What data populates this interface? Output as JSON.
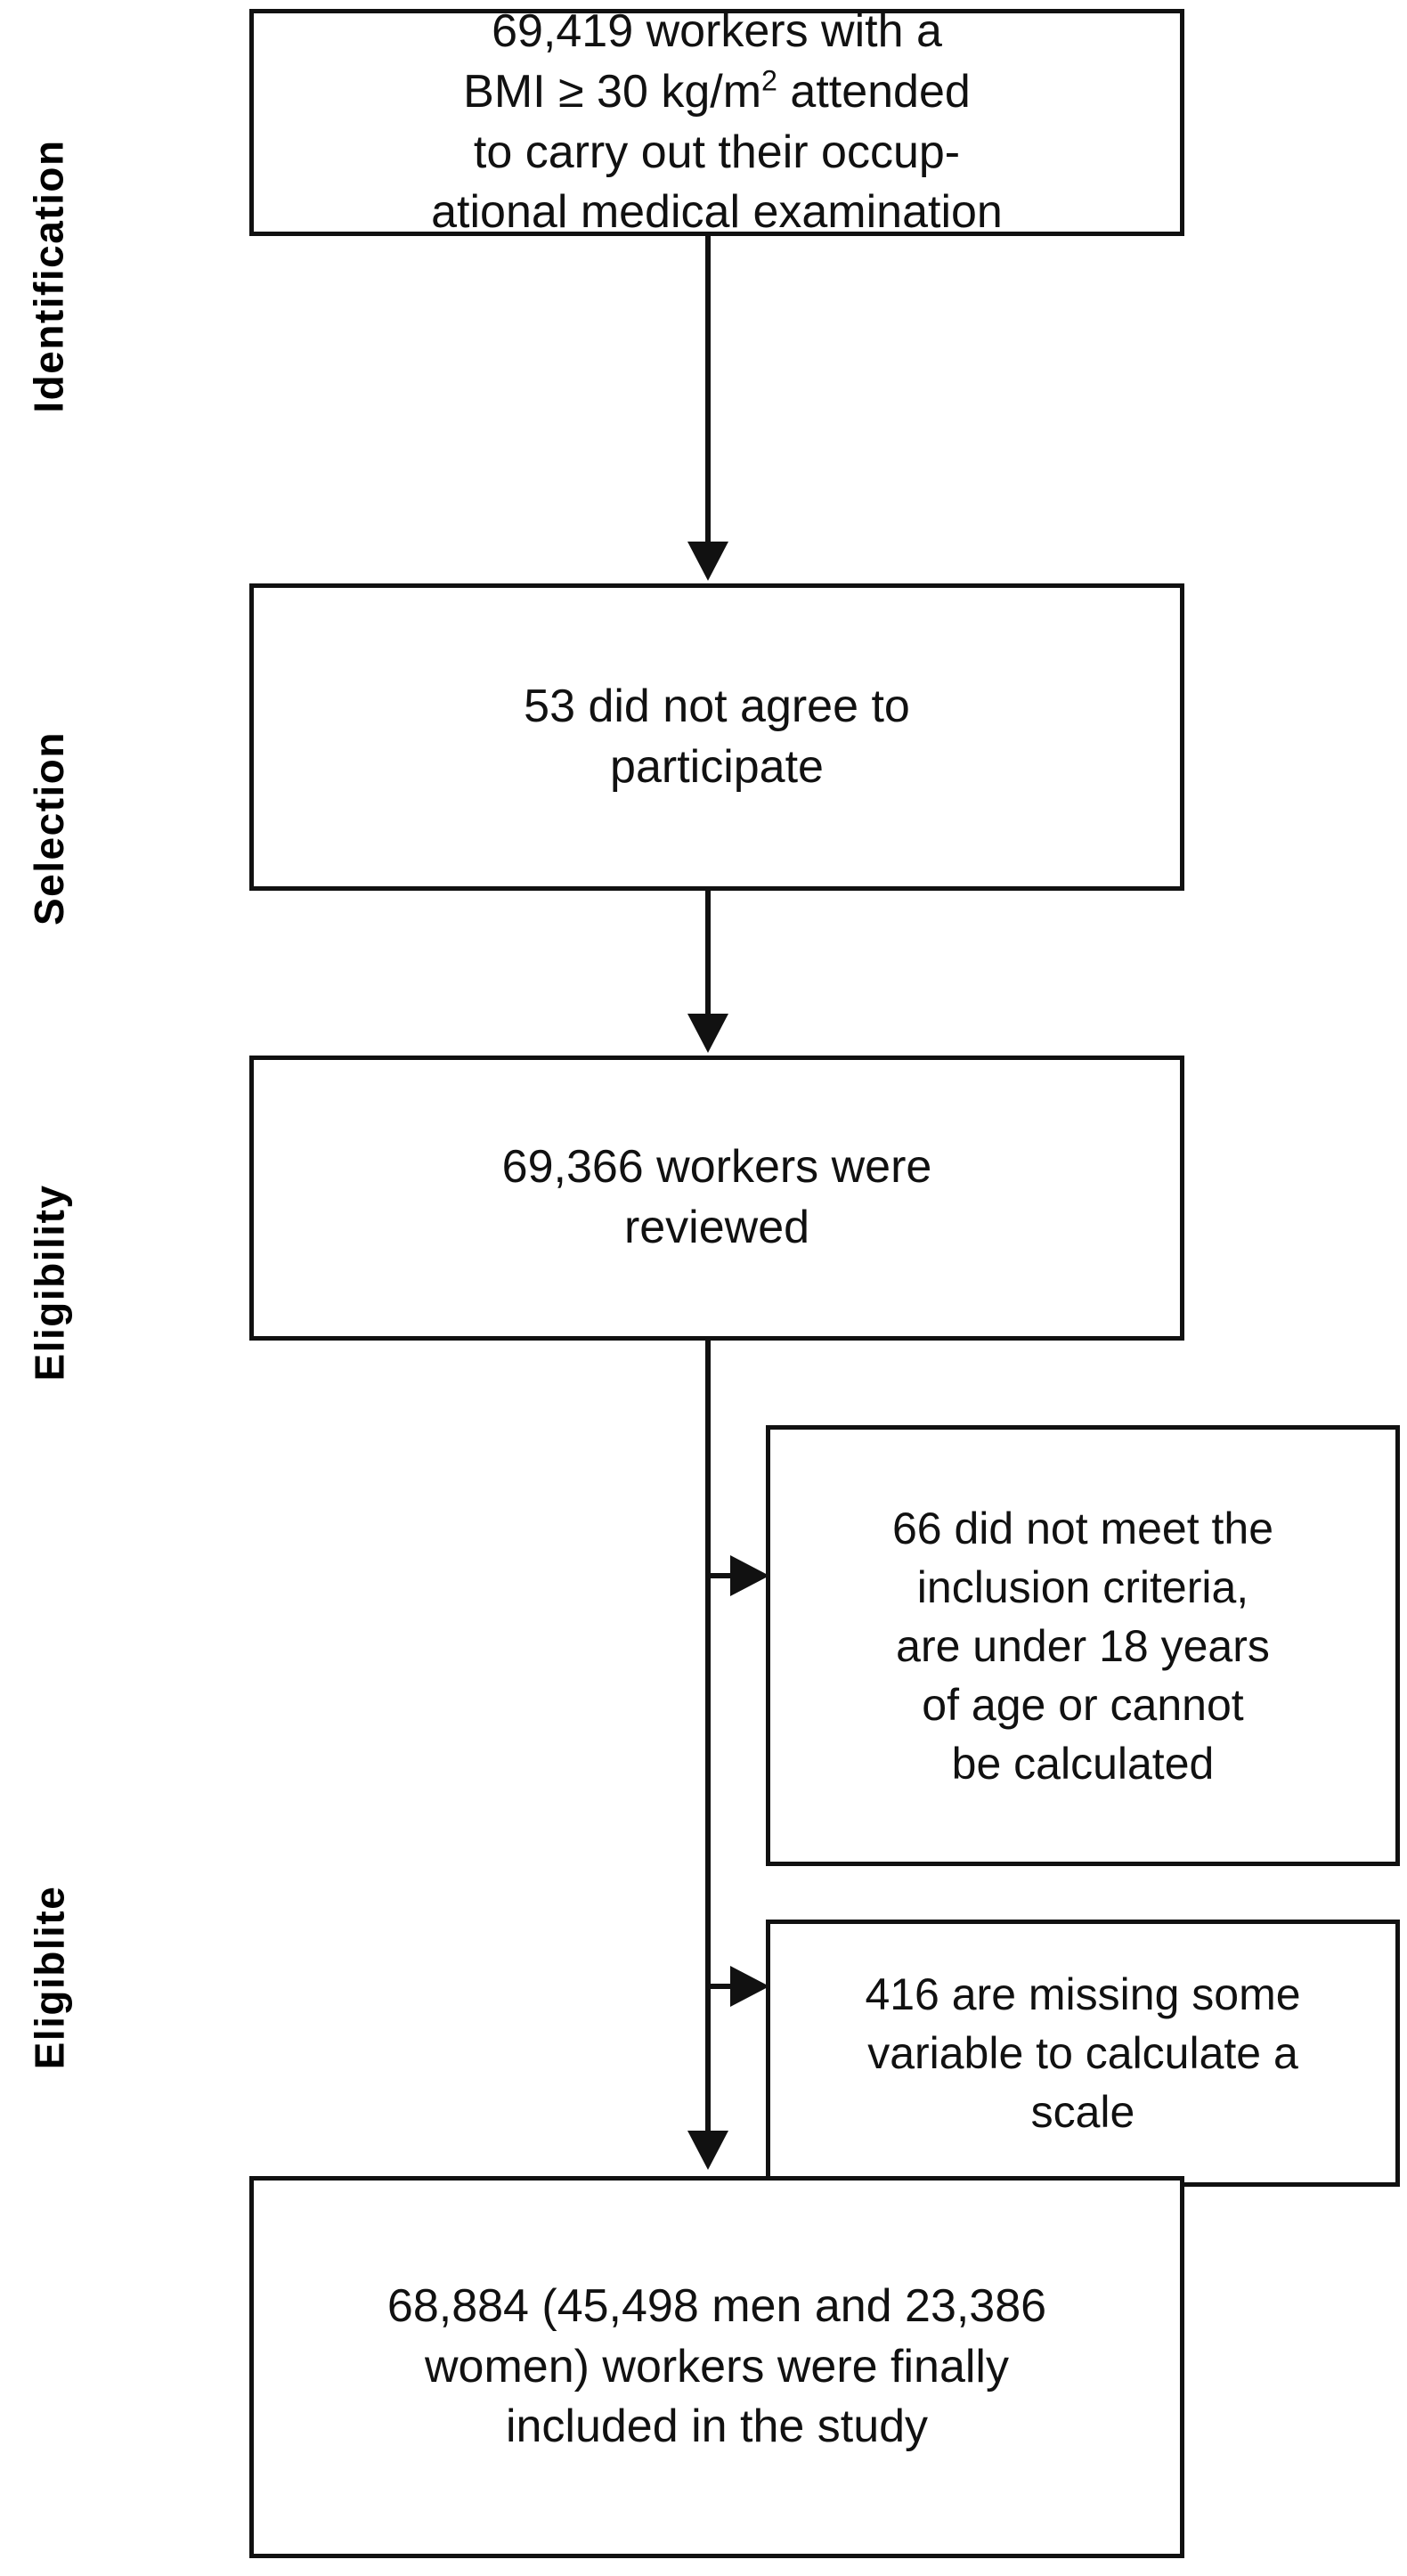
{
  "diagram": {
    "title": "Participant selection flow diagram",
    "type": "flowchart",
    "orientation": "vertical",
    "colors": {
      "stroke": "#111111",
      "background": "#ffffff",
      "text": "#111111"
    }
  },
  "stages": [
    {
      "id": "identification",
      "label": "Identification"
    },
    {
      "id": "selection",
      "label": "Selection"
    },
    {
      "id": "eligibility",
      "label": "Eligibility"
    },
    {
      "id": "eligiblite",
      "label": "Eligiblite"
    }
  ],
  "nodes": {
    "identified": {
      "id": "identified",
      "stage": "identification",
      "lines": [
        "69,419 workers with a",
        "BMI ≥ 30 kg/m² attended",
        "to carry out their occup-",
        "ational medical examination"
      ],
      "text": "69,419 workers with a BMI ≥ 30 kg/m² attended to carry out their occupational medical examination",
      "count": 69419
    },
    "declined": {
      "id": "declined",
      "stage": "selection",
      "lines": [
        "53 did not agree to",
        "participate"
      ],
      "text": "53 did not agree to participate",
      "count": 53
    },
    "reviewed": {
      "id": "reviewed",
      "stage": "eligibility",
      "lines": [
        "69,366 workers were",
        "reviewed"
      ],
      "text": "69,366 workers were reviewed",
      "count": 69366
    },
    "excluded_criteria": {
      "id": "excluded_criteria",
      "stage": "eligibility",
      "lines": [
        "66 did not meet the",
        "inclusion criteria,",
        "are under 18 years",
        "of age or cannot",
        "be calculated"
      ],
      "text": "66 did not meet the inclusion criteria, are under 18 years of age or cannot be calculated",
      "count": 66
    },
    "excluded_missing": {
      "id": "excluded_missing",
      "stage": "eligiblite",
      "lines": [
        "416 are missing some",
        "variable to calculate a",
        "scale"
      ],
      "text": "416 are missing some variable to calculate a scale",
      "count": 416
    },
    "included": {
      "id": "included",
      "stage": "eligiblite",
      "lines": [
        "68,884 (45,498 men and 23,386",
        "women) workers were finally",
        "included in the study"
      ],
      "text": "68,884 (45,498 men and 23,386 women) workers were finally included in the study",
      "count": 68884,
      "men": 45498,
      "women": 23386
    }
  },
  "edges": [
    {
      "from": "identified",
      "to": "declined",
      "direction": "down"
    },
    {
      "from": "declined",
      "to": "reviewed",
      "direction": "down"
    },
    {
      "from": "reviewed",
      "to": "excluded_criteria",
      "direction": "right"
    },
    {
      "from": "reviewed",
      "to": "excluded_missing",
      "direction": "right"
    },
    {
      "from": "reviewed",
      "to": "included",
      "direction": "down"
    }
  ]
}
